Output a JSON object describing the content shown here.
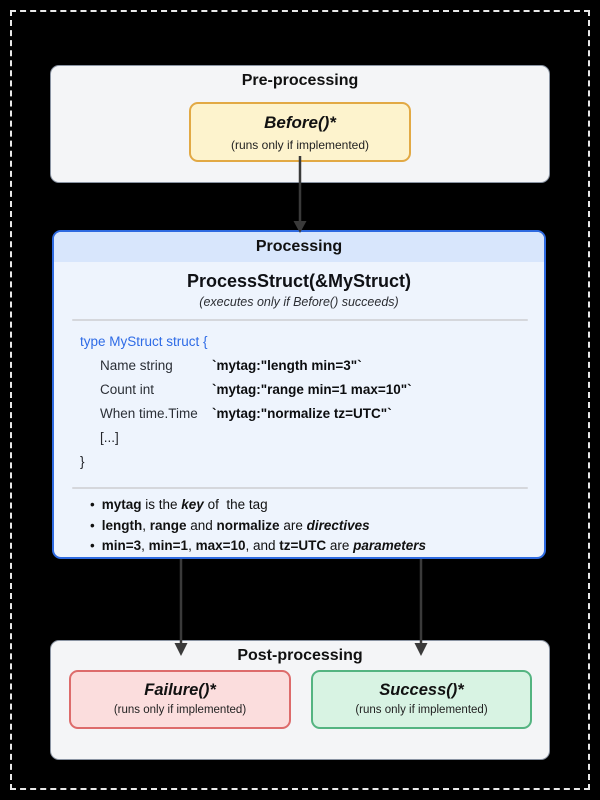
{
  "colors": {
    "background": "#000000",
    "frame_dash": "#e9e9e9",
    "panel_bg": "#f4f5f7",
    "panel_border": "#8a94a3",
    "before_bg": "#fdf3cd",
    "before_border": "#e2a944",
    "processing_border": "#2e6ae0",
    "processing_header_bg": "#d8e6fc",
    "processing_body_bg": "#eef4fd",
    "failure_bg": "#fbdddd",
    "failure_border": "#dd6b6b",
    "success_bg": "#d8f3e3",
    "success_border": "#54b481",
    "code_keyword_blue": "#2e6be6",
    "arrow": "#3a3a3a"
  },
  "pre": {
    "title": "Pre-processing",
    "node": {
      "title": "Before()*",
      "subtitle": "(runs only if implemented)"
    }
  },
  "processing": {
    "title": "Processing",
    "heading": "ProcessStruct(&MyStruct)",
    "subheading": "(executes only if Before() succeeds)",
    "code": {
      "open": "type MyStruct struct {",
      "fields": [
        {
          "decl": "Name string",
          "tag": "`mytag:\"length min=3\"`"
        },
        {
          "decl": "Count int",
          "tag": "`mytag:\"range min=1 max=10\"`"
        },
        {
          "decl": "When time.Time",
          "tag": "`mytag:\"normalize tz=UTC\"`"
        }
      ],
      "ellipsis": "[...]",
      "close": "}"
    },
    "notes": [
      {
        "parts": [
          {
            "text": "mytag",
            "style": "b"
          },
          {
            "text": " is the "
          },
          {
            "text": "key",
            "style": "bi"
          },
          {
            "text": " of  the tag"
          }
        ]
      },
      {
        "parts": [
          {
            "text": "length",
            "style": "b"
          },
          {
            "text": ", "
          },
          {
            "text": "range",
            "style": "b"
          },
          {
            "text": " and "
          },
          {
            "text": "normalize",
            "style": "b"
          },
          {
            "text": " are "
          },
          {
            "text": "directives",
            "style": "bi"
          }
        ]
      },
      {
        "parts": [
          {
            "text": "min=3",
            "style": "b"
          },
          {
            "text": ", "
          },
          {
            "text": "min=1",
            "style": "b"
          },
          {
            "text": ", "
          },
          {
            "text": "max=10",
            "style": "b"
          },
          {
            "text": ", and "
          },
          {
            "text": "tz=UTC",
            "style": "b"
          },
          {
            "text": " are "
          },
          {
            "text": "parameters",
            "style": "bi"
          }
        ]
      }
    ]
  },
  "post": {
    "title": "Post-processing",
    "failure": {
      "title": "Failure()*",
      "subtitle": "(runs only if implemented)"
    },
    "success": {
      "title": "Success()*",
      "subtitle": "(runs only if implemented)"
    }
  }
}
